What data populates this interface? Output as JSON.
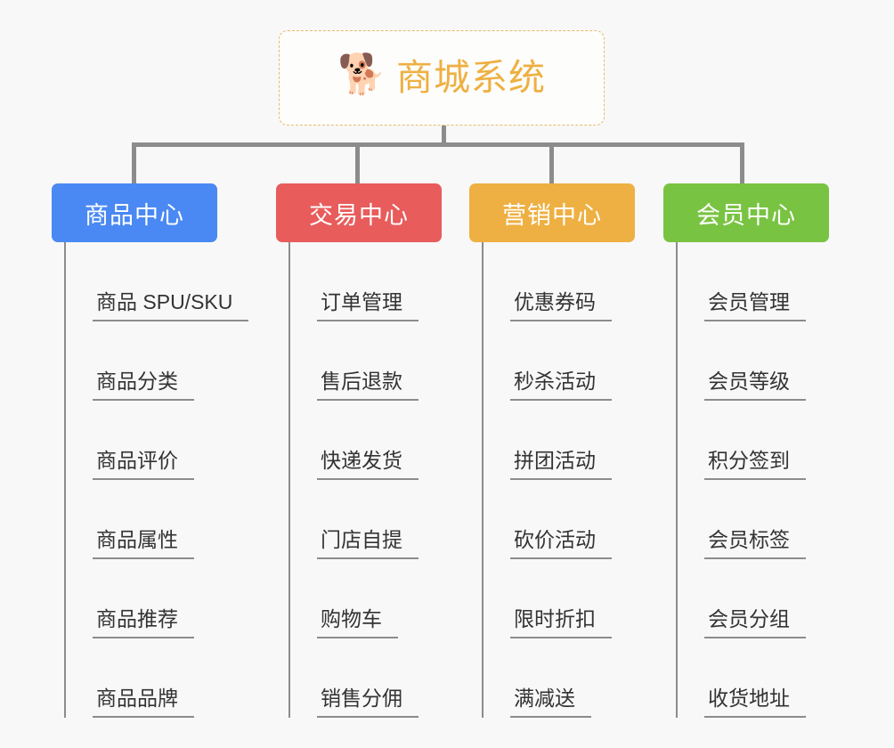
{
  "page": {
    "background_color": "#f8f8f8",
    "type": "mind-map"
  },
  "root": {
    "icon": "shiba-dog-face-icon",
    "emoji": "🐕",
    "title": "商城系统",
    "border_color": "#e8b96a",
    "text_color": "#eeb042"
  },
  "branches": [
    {
      "label": "商品中心",
      "color": "#4a89f3",
      "color_name": "blue",
      "items": [
        "商品 SPU/SKU",
        "商品分类",
        "商品评价",
        "商品属性",
        "商品推荐",
        "商品品牌"
      ]
    },
    {
      "label": "交易中心",
      "color": "#e85c5c",
      "color_name": "red",
      "items": [
        "订单管理",
        "售后退款",
        "快递发货",
        "门店自提",
        "购物车",
        "销售分佣"
      ]
    },
    {
      "label": "营销中心",
      "color": "#eeb042",
      "color_name": "orange",
      "items": [
        "优惠券码",
        "秒杀活动",
        "拼团活动",
        "砍价活动",
        "限时折扣",
        "满减送"
      ]
    },
    {
      "label": "会员中心",
      "color": "#79c342",
      "color_name": "green",
      "items": [
        "会员管理",
        "会员等级",
        "积分签到",
        "会员标签",
        "会员分组",
        "收货地址"
      ]
    }
  ],
  "connector": {
    "color": "#8c8c8c"
  }
}
